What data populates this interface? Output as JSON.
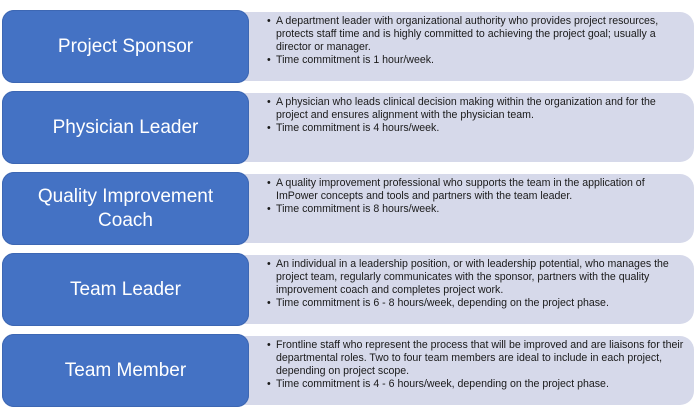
{
  "roles": [
    {
      "title": "Project Sponsor",
      "bullets": [
        "A department leader with organizational authority who provides project resources, protects staff time and is highly committed to achieving the project goal; usually a director or manager.",
        "Time commitment is 1 hour/week."
      ]
    },
    {
      "title": "Physician Leader",
      "bullets": [
        "A physician who leads clinical decision making within the organization and for the project and ensures alignment with the physician team.",
        "Time commitment is 4 hours/week."
      ]
    },
    {
      "title": "Quality Improvement Coach",
      "bullets": [
        "A quality improvement professional who supports the team in the application of ImPower concepts and tools and partners with the team leader.",
        "Time commitment is 8 hours/week."
      ]
    },
    {
      "title": "Team Leader",
      "bullets": [
        "An individual in a leadership position, or with leadership potential, who manages the project team, regularly communicates with the sponsor, partners with the quality improvement coach and completes project work.",
        "Time commitment is 6 - 8 hours/week, depending on the project phase."
      ]
    },
    {
      "title": "Team Member",
      "bullets": [
        "Frontline staff who represent the process that will be improved and are liaisons for their departmental roles. Two to four team members are ideal to include in each project, depending on project scope.",
        "Time commitment is 4 - 6 hours/week, depending on the project phase."
      ]
    }
  ]
}
